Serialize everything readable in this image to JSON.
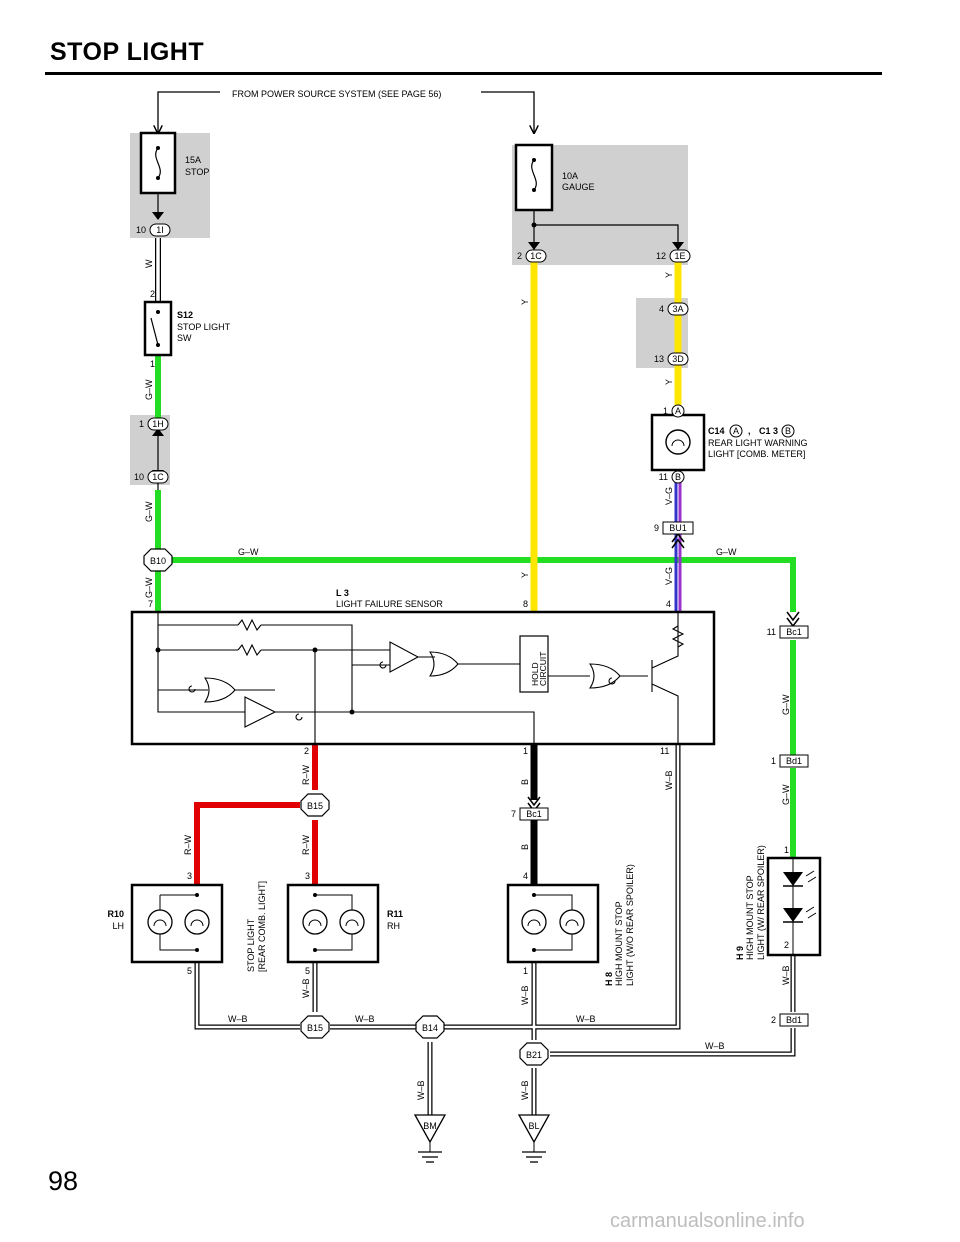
{
  "page": {
    "title": "STOP LIGHT",
    "page_number": "98",
    "watermark": "carmanualsonline.info"
  },
  "source_note": "FROM POWER SOURCE SYSTEM (SEE PAGE 56)",
  "colors": {
    "green": "#22dd22",
    "yellow": "#ffe600",
    "red": "#e00000",
    "black": "#000000",
    "blue": "#3333cc",
    "purple": "#9933cc",
    "fuse_box": "#d0d0d0"
  },
  "fuses": {
    "stop": {
      "rating": "15A",
      "name": "STOP",
      "pin": "10",
      "conn": "1I"
    },
    "gauge": {
      "rating": "10A",
      "name": "GAUGE",
      "pin_left": "2",
      "conn_left": "1C",
      "pin_right": "12",
      "conn_right": "1E"
    }
  },
  "connectors": {
    "c3a": {
      "pin": "4",
      "id": "3A"
    },
    "c3d": {
      "pin": "13",
      "id": "3D"
    },
    "c1h": {
      "pin": "1",
      "id": "1H"
    },
    "c1c": {
      "pin": "10",
      "id": "1C"
    },
    "bu1": {
      "pin": "9",
      "id": "BU1"
    },
    "bc1_top": {
      "pin": "11",
      "id": "Bc1"
    },
    "bd1_top": {
      "pin": "1",
      "id": "Bd1"
    },
    "bc1_mid": {
      "pin": "7",
      "id": "Bc1"
    },
    "bd1_bot": {
      "pin": "2",
      "id": "Bd1"
    }
  },
  "splices": {
    "b10": "B10",
    "b15_top": "B15",
    "b15_bot": "B15",
    "b14": "B14",
    "b21": "B21"
  },
  "grounds": {
    "bm": "BM",
    "bl": "BL"
  },
  "switch_s12": {
    "id": "S12",
    "name_line1": "STOP LIGHT",
    "name_line2": "SW",
    "pin_top": "2",
    "pin_bot": "1"
  },
  "c14": {
    "id": "C14",
    "conn_a": "A",
    "sep": ",",
    "id2": "C1 3",
    "conn_b": "B",
    "name_line1": "REAR LIGHT WARNING",
    "name_line2": "LIGHT [COMB.  METER]",
    "pin_top": "1",
    "pin_top_conn": "A",
    "pin_bot": "11",
    "pin_bot_conn": "B"
  },
  "sensor_l3": {
    "id": "L 3",
    "name": "LIGHT FAILURE SENSOR",
    "pin_7": "7",
    "pin_8": "8",
    "pin_4": "4",
    "pin_2": "2",
    "pin_1": "1",
    "pin_11": "11",
    "hold_1": "HOLD",
    "hold_2": "CIRCUIT"
  },
  "lights": {
    "r10": {
      "id": "R10",
      "side": "LH",
      "pin_top": "3",
      "pin_bot": "5"
    },
    "r11": {
      "id": "R11",
      "side": "RH",
      "pin_top": "3",
      "pin_bot": "5"
    },
    "rear_note_1": "STOP LIGHT",
    "rear_note_2": "[REAR COMB.  LIGHT]",
    "h8": {
      "id": "H 8",
      "line1": "HIGH MOUNT STOP",
      "line2": "LIGHT (W/O REAR SPOILER)",
      "pin_top": "4",
      "pin_bot": "1"
    },
    "h9": {
      "id": "H 9",
      "line1": "HIGH MOUNT STOP",
      "line2": "LIGHT (W/ REAR SPOILER)",
      "pin_top": "1",
      "pin_bot": "2"
    }
  },
  "wire_labels": {
    "w": "W",
    "gw": "G–W",
    "y": "Y",
    "vg": "V–G",
    "rw": "R–W",
    "b": "B",
    "wb": "W–B"
  }
}
